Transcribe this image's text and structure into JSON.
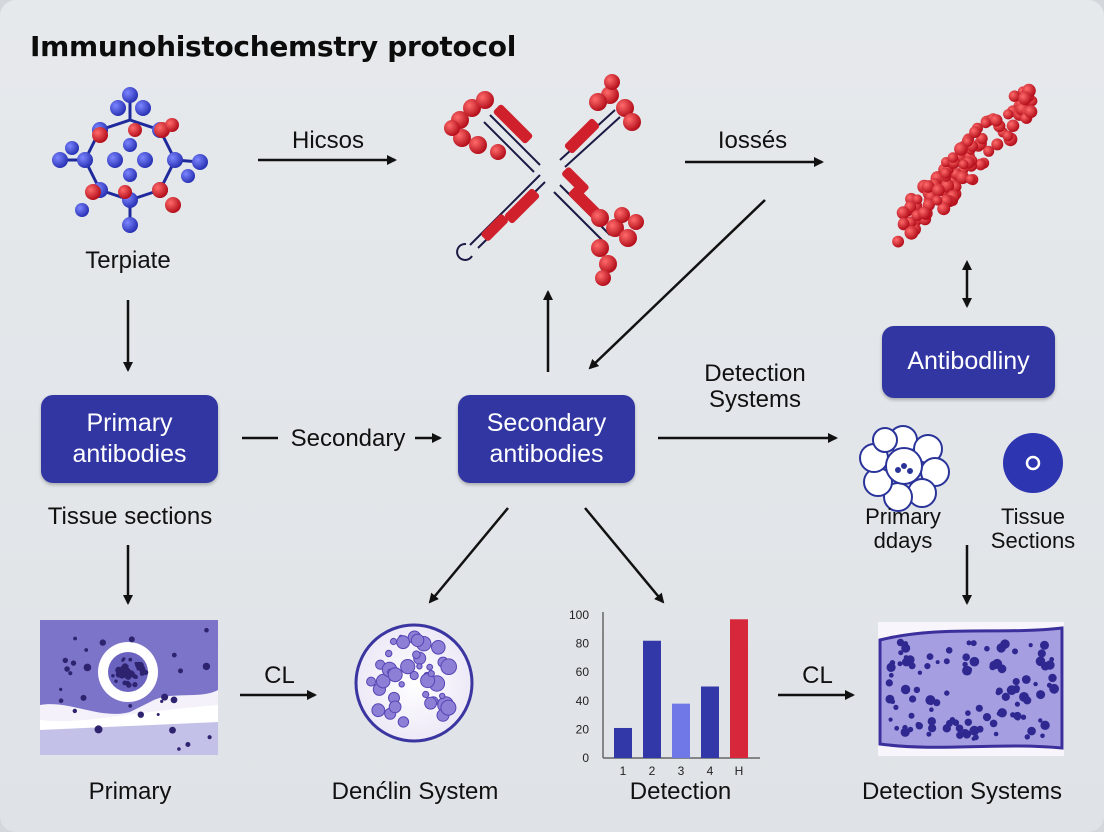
{
  "title": "Immunohistochemstry protocol",
  "labels": {
    "terpiate": "Terpiate",
    "hicsos": "Hicsos",
    "iosses": "Iossés",
    "secondary_arrow": "Secondary",
    "detection_systems_top": "Detection\nSystems",
    "tissue_sections_left": "Tissue sections",
    "primary_ddays": "Primary\nddays",
    "tissue_sections_right": "Tissue\nSections",
    "cl_left": "CL",
    "cl_right": "CL",
    "primary_bottom": "Primary",
    "denclin_system": "Denćlin System",
    "detection_bottom": "Detection",
    "detection_systems_bottom": "Detection Systems"
  },
  "boxes": {
    "primary_antibodies": "Primary\nantibodies",
    "secondary_antibodies": "Secondary\nantibodies",
    "antibodliny": "Antibodliny"
  },
  "colors": {
    "box": "#3236a3",
    "blue_atom": "#3a45c8",
    "red_atom": "#d0202c",
    "bar_blue": "#3338a8",
    "bar_light": "#6f78e6",
    "bar_red": "#d6283a"
  },
  "chart_data": {
    "type": "bar",
    "categories": [
      "1",
      "2",
      "3",
      "4",
      "H"
    ],
    "values": [
      21,
      82,
      38,
      50,
      97
    ],
    "colors": [
      "#3338a8",
      "#3338a8",
      "#6f78e6",
      "#3338a8",
      "#d6283a"
    ],
    "yticks": [
      0,
      20,
      40,
      60,
      80,
      100
    ],
    "ylim": [
      0,
      100
    ]
  }
}
